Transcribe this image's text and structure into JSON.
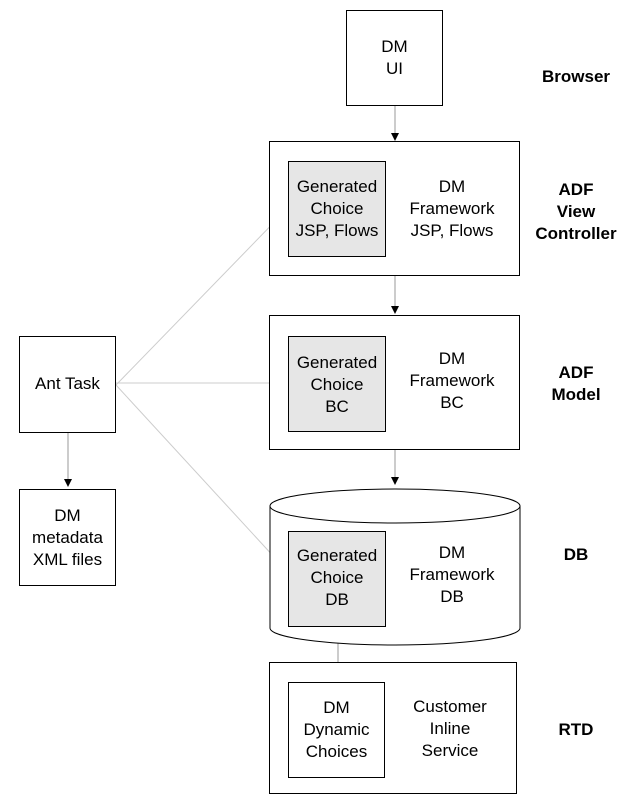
{
  "nodes": {
    "dm_ui": [
      "DM",
      "UI"
    ],
    "view_generated": [
      "Generated",
      "Choice",
      "JSP, Flows"
    ],
    "view_framework": [
      "DM",
      "Framework",
      "JSP, Flows"
    ],
    "model_generated": [
      "Generated",
      "Choice",
      "BC"
    ],
    "model_framework": [
      "DM",
      "Framework",
      "BC"
    ],
    "db_generated": [
      "Generated",
      "Choice",
      "DB"
    ],
    "db_framework": [
      "DM",
      "Framework",
      "DB"
    ],
    "rtd_dynamic": [
      "DM",
      "Dynamic",
      "Choices"
    ],
    "rtd_service": [
      "Customer",
      "Inline",
      "Service"
    ],
    "ant_task": [
      "Ant Task"
    ],
    "metadata": [
      "DM",
      "metadata",
      "XML files"
    ]
  },
  "layers": {
    "browser": [
      "Browser"
    ],
    "view": [
      "ADF",
      "View",
      "Controller"
    ],
    "model": [
      "ADF",
      "Model"
    ],
    "db": [
      "DB"
    ],
    "rtd": [
      "RTD"
    ]
  }
}
